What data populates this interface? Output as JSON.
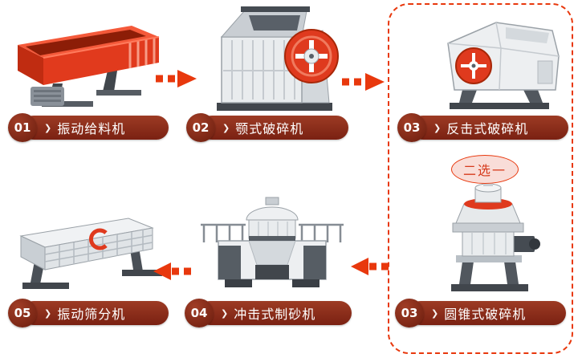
{
  "diagram": {
    "choice_badge": "二选一",
    "chevron": "❯",
    "steps": [
      {
        "num": "01",
        "name": "振动给料机",
        "machine": "vibrating-feeder"
      },
      {
        "num": "02",
        "name": "颚式破碎机",
        "machine": "jaw-crusher"
      },
      {
        "num": "03",
        "name": "反击式破碎机",
        "machine": "impact-crusher"
      },
      {
        "num": "03",
        "name": "圆锥式破碎机",
        "machine": "cone-crusher"
      },
      {
        "num": "04",
        "name": "冲击式制砂机",
        "machine": "vsi-sand-maker"
      },
      {
        "num": "05",
        "name": "振动筛分机",
        "machine": "vibrating-screen"
      }
    ]
  },
  "colors": {
    "arrow_red": "#e8380d",
    "machine_red": "#df3a1e",
    "label_bg_top": "#9d3b24",
    "label_bg_bottom": "#7a2112",
    "badge_bg": "#6b1d0e",
    "label_text": "#ffffff",
    "choice_bg": "#f9ddd8",
    "choice_text": "#d63a1c",
    "dashed_border": "#e8380d"
  }
}
